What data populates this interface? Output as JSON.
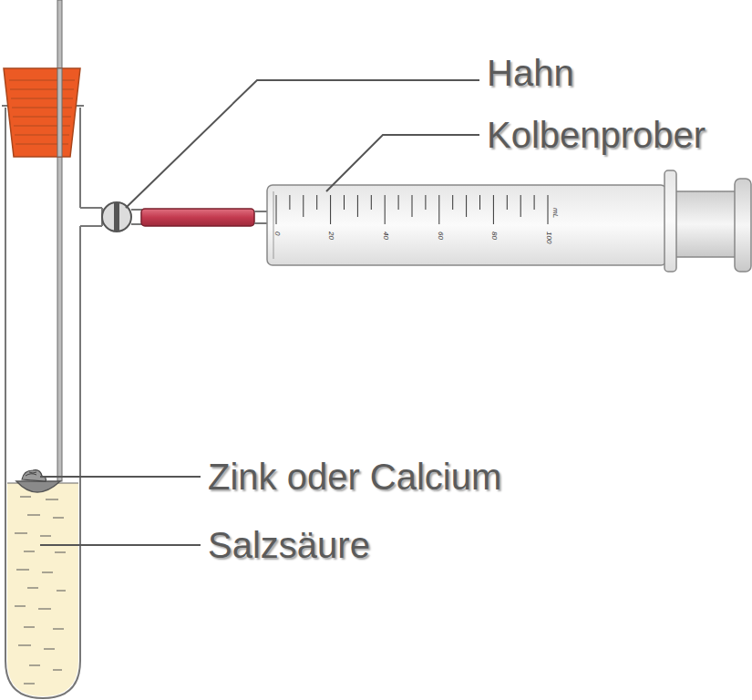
{
  "diagram": {
    "labels": [
      "Hahn",
      "Kolbenprober",
      "Zink oder Calcium",
      "Salzsäure",
      "0",
      "20",
      "40",
      "60",
      "80",
      "100",
      "mL"
    ]
  }
}
